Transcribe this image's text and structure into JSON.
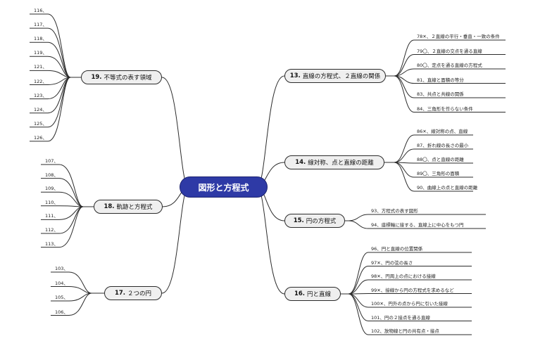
{
  "central": {
    "label": "図形と方程式"
  },
  "branches": {
    "b13": {
      "num": "13.",
      "label": "直線の方程式、２直線の関係",
      "items": [
        "78✕、２直線の平行・垂直・一致の条件",
        "79〇、２直線の交点を通る直線",
        "80〇、定点を通る直線の方程式",
        "81、直線と面積の等分",
        "83、共点と共線の関係",
        "84、三角形を作らない条件"
      ]
    },
    "b14": {
      "num": "14.",
      "label": "線対称、点と直線の距離",
      "items": [
        "86✕、線対称の点、直線",
        "87、折れ線の長さの最小",
        "88〇、点と直線の距離",
        "89〇、三角形の面積",
        "90、曲線上の点と直線の距離"
      ]
    },
    "b15": {
      "num": "15.",
      "label": "円の方程式",
      "items": [
        "93、方程式の表す図形",
        "94、座標軸に接する、直線上に中心をもつ円"
      ]
    },
    "b16": {
      "num": "16.",
      "label": "円と直線",
      "items": [
        "96、円と直線の位置関係",
        "97✕、円の弦の長さ",
        "98✕、円周上の点における接線",
        "99✕、接線から円の方程式を求めるなど",
        "100✕、円外の点から円に引いた接線",
        "101、円の２接点を通る直線",
        "102、放物線と円の共有点・接点"
      ]
    },
    "b17": {
      "num": "17.",
      "label": "２つの円",
      "items": [
        "103、",
        "104、",
        "105、",
        "106、"
      ]
    },
    "b18": {
      "num": "18.",
      "label": "軌跡と方程式",
      "items": [
        "107、",
        "108、",
        "109、",
        "110、",
        "111、",
        "112、",
        "113、"
      ]
    },
    "b19": {
      "num": "19.",
      "label": "不等式の表す領域",
      "items": [
        "116、",
        "117、",
        "118、",
        "119、",
        "121、",
        "122、",
        "123、",
        "124、",
        "125、",
        "126、"
      ]
    }
  }
}
